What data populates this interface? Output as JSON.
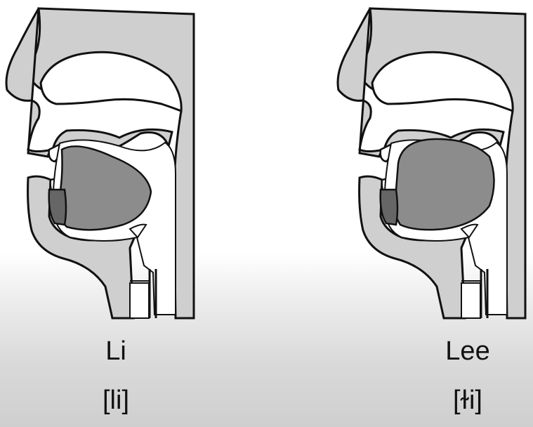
{
  "diagrams": [
    {
      "word": "Li",
      "ipa": "[li]",
      "tongue_contact": "alveolar",
      "tongue_back": "front-raised"
    },
    {
      "word": "Lee",
      "ipa": "[ɫi]",
      "tongue_contact": "alveolar",
      "tongue_back": "velarized"
    }
  ],
  "colors": {
    "tissue": "#cfcfcf",
    "outline": "#111111",
    "tongue": "#8c8c8c",
    "tongue_tip": "#666666"
  }
}
